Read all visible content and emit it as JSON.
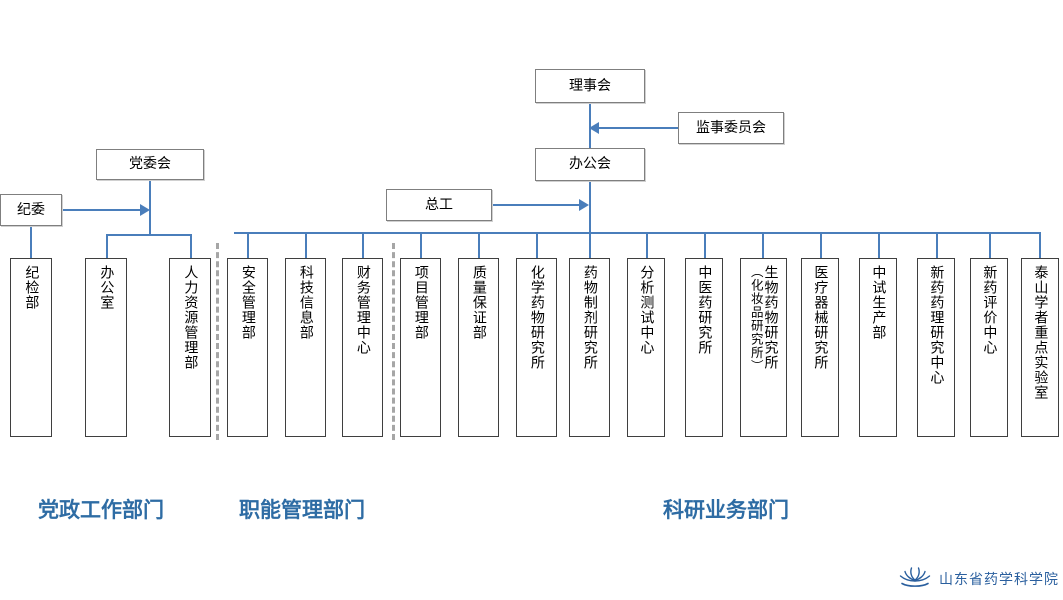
{
  "diagram": {
    "type": "org-chart",
    "title_org": "山东省药学科学院",
    "colors": {
      "connector": "#4a7ebb",
      "box_border": "#3f3f3f",
      "caption": "#2e6ca4",
      "divider": "#a6a6a6",
      "logo": "#2a5f9e"
    }
  },
  "top_nodes": {
    "board": "理事会",
    "supervisory": "监事委员会",
    "office_meeting": "办公会",
    "chief_engineer": "总工",
    "party_committee": "党委会",
    "discipline_committee": "纪委"
  },
  "groups": [
    {
      "key": "party",
      "caption": "党政工作部门"
    },
    {
      "key": "functional",
      "caption": "职能管理部门"
    },
    {
      "key": "research",
      "caption": "科研业务部门"
    }
  ],
  "departments": [
    {
      "label": "纪检部",
      "group": "party"
    },
    {
      "label": "办公室",
      "group": "party"
    },
    {
      "label": "人力资源管理部",
      "group": "party"
    },
    {
      "label": "安全管理部",
      "group": "functional"
    },
    {
      "label": "科技信息部",
      "group": "functional"
    },
    {
      "label": "财务管理中心",
      "group": "functional"
    },
    {
      "label": "项目管理部",
      "group": "research"
    },
    {
      "label": "质量保证部",
      "group": "research"
    },
    {
      "label": "化学药物研究所",
      "group": "research"
    },
    {
      "label": "药物制剂研究所",
      "group": "research"
    },
    {
      "label": "分析测试中心",
      "group": "research"
    },
    {
      "label": "中医药研究所",
      "group": "research"
    },
    {
      "label": "生物药物研究所",
      "sub": "（化妆品研究所）",
      "group": "research"
    },
    {
      "label": "医疗器械研究所",
      "group": "research"
    },
    {
      "label": "中试生产部",
      "group": "research"
    },
    {
      "label": "新药药理研究中心",
      "group": "research"
    },
    {
      "label": "新药评价中心",
      "group": "research"
    },
    {
      "label": "泰山学者重点实验室",
      "group": "research"
    }
  ],
  "footer": {
    "wordmark": "山东省药学科学院",
    "mark_icon": "lotus-icon"
  }
}
